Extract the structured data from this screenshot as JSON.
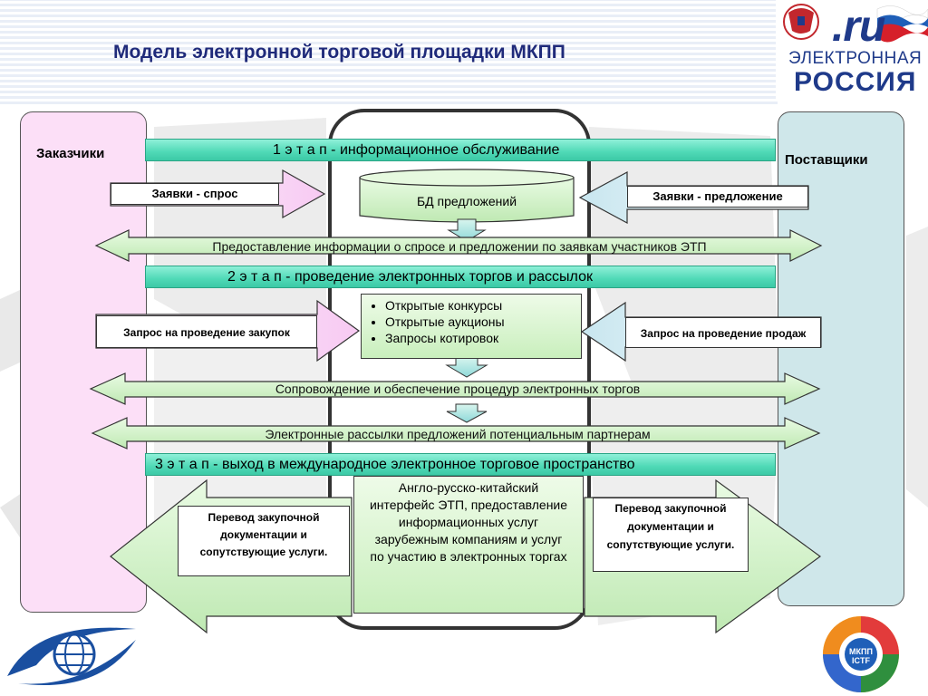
{
  "title": "Модель электронной торговой площадки МКПП",
  "logo": {
    "ru": ".ru",
    "line1": "ЭЛЕКТРОННАЯ",
    "line2": "РОССИЯ"
  },
  "columns": {
    "left": "Заказчики",
    "right": "Поставщики"
  },
  "stage1": {
    "text": "1  э т а п    - информационное обслуживание"
  },
  "stage2": {
    "text": "2   э т а п  - проведение электронных торгов и рассылок"
  },
  "stage3": {
    "text": "3  э т а п  - выход в международное  электронное торговое пространство"
  },
  "db": {
    "label": "БД предложений"
  },
  "requests": {
    "demand": "Заявки - спрос",
    "offer": "Заявки - предложение",
    "purchase": "Запрос на проведение закупок",
    "sales": "Запрос на проведение продаж"
  },
  "bands": {
    "info": "Предоставление информации о спросе и предложении по заявкам участников ЭТП",
    "support": "Сопровождение и обеспечение процедур электронных торгов",
    "mailing": "Электронные рассылки предложений потенциальным партнерам"
  },
  "trade_types": [
    "Открытые конкурсы",
    "Открытые аукционы",
    "Запросы котировок"
  ],
  "international": {
    "text": "Англо-русско-китайский интерфейс ЭТП, предоставление информационных услуг зарубежным компаниям и услуг по участию в электронных торгах"
  },
  "translation": {
    "left": "Перевод закупочной документации и сопутствующие услуги.",
    "right": "Перевод закупочной документации и сопутствующие услуги."
  },
  "bottom_right_logo": {
    "text": "МКПП ICTF"
  },
  "colors": {
    "title": "#1f2a7a",
    "stage": "#4fd9b6",
    "green_box": "#c9efbd",
    "customers_bg": "#fcdff7",
    "suppliers_bg": "#cfe7ea"
  }
}
